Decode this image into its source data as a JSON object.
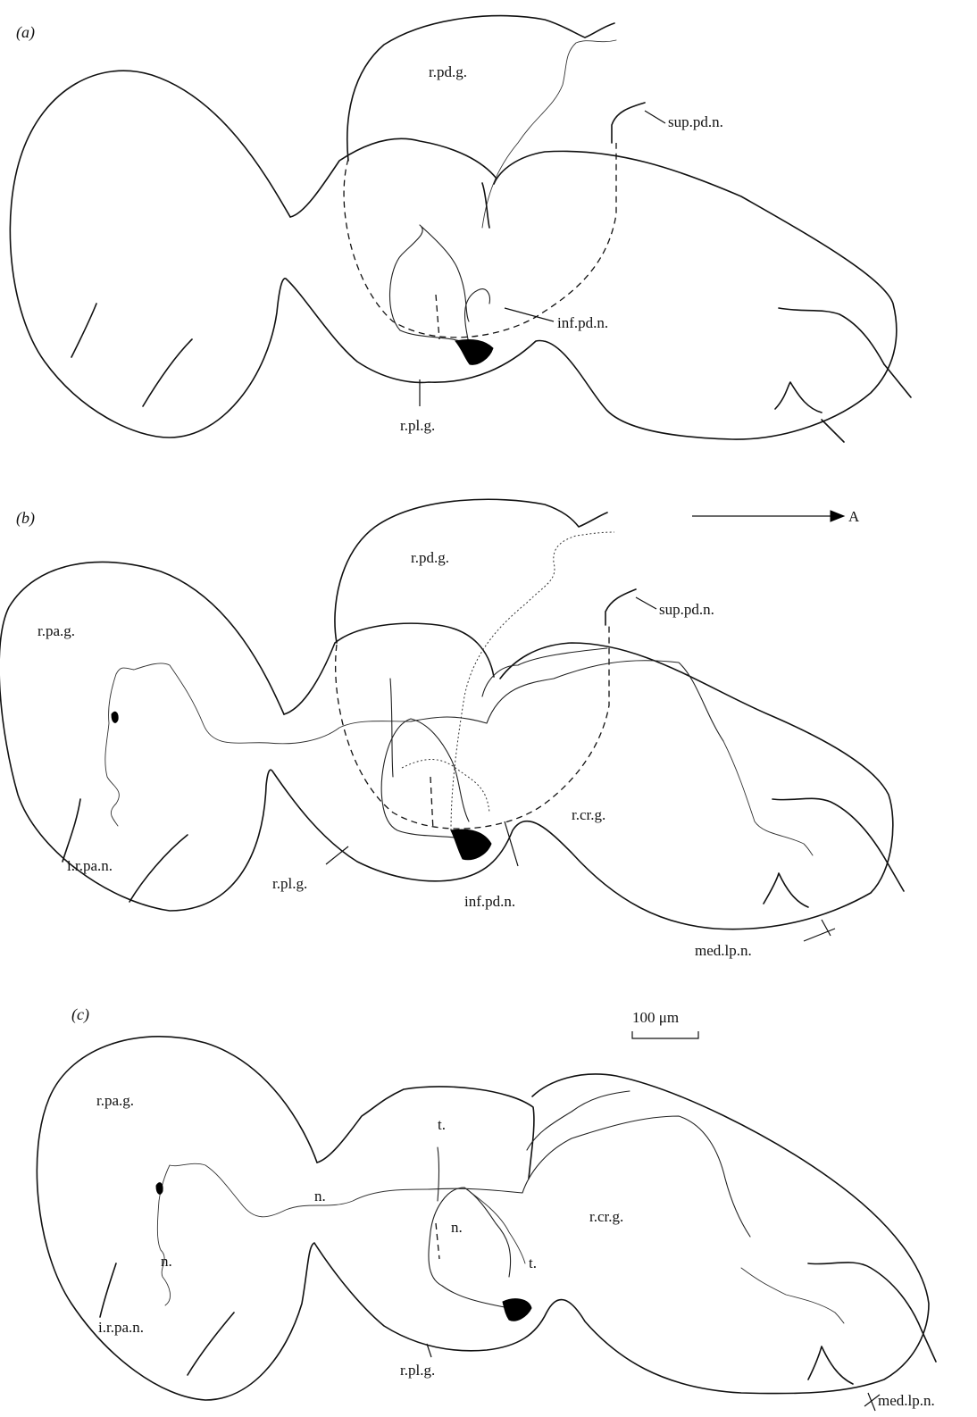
{
  "panels": [
    {
      "id": "a",
      "label": "(a)",
      "labels": {
        "pedal_ganglion": "r.pd.g.",
        "superior_pedal_nerve": "sup.pd.n.",
        "inferior_pedal_nerve": "inf.pd.n.",
        "pleural_ganglion": "r.pl.g."
      }
    },
    {
      "id": "b",
      "label": "(b)",
      "labels": {
        "pedal_ganglion": "r.pd.g.",
        "superior_pedal_nerve": "sup.pd.n.",
        "parietal_ganglion": "r.pa.g.",
        "intestinal_nerve": "i.r.pa.n.",
        "pleural_ganglion": "r.pl.g.",
        "inferior_pedal_nerve": "inf.pd.n.",
        "cerebral_ganglion": "r.cr.g.",
        "median_lip_nerve": "med.lp.n."
      },
      "direction_label": "A"
    },
    {
      "id": "c",
      "label": "(c)",
      "labels": {
        "parietal_ganglion": "r.pa.g.",
        "nerve_1": "n.",
        "nerve_2": "n.",
        "nerve_3": "n.",
        "tract_1": "t.",
        "tract_2": "t.",
        "cerebral_ganglion": "r.cr.g.",
        "intestinal_nerve": "i.r.pa.n.",
        "pleural_ganglion": "r.pl.g.",
        "median_lip_nerve": "med.lp.n."
      },
      "scale_bar_label": "100 μm"
    }
  ]
}
